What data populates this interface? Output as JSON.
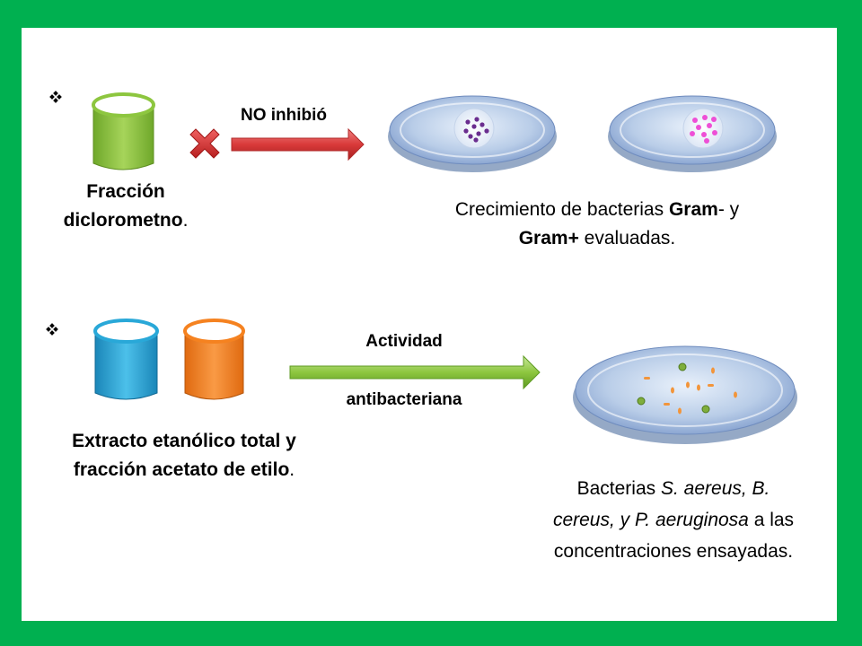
{
  "colors": {
    "frame": "#00b050",
    "green_beaker": "#8dc63f",
    "blue_beaker": "#29a8d8",
    "orange_beaker": "#f58220",
    "red_arrow": "#d93a3a",
    "green_arrow": "#8dc63f"
  },
  "row1": {
    "bullet_icon": "diamond-bullet",
    "arrow_label": "NO inhibió",
    "fraction_label_line1": "Fracción",
    "fraction_label_line2": "diclorometno",
    "fraction_label_end": ".",
    "growth_text_part1": "Crecimiento de bacterias ",
    "growth_text_bold1": "Gram",
    "growth_text_part2": "- y",
    "growth_text_bold2": "Gram+",
    "growth_text_part3": " evaluadas."
  },
  "row2": {
    "bullet_icon": "diamond-bullet",
    "arrow_label_line1": "Actividad",
    "arrow_label_line2": "antibacteriana",
    "extract_line1": "Extracto etanólico total y",
    "extract_line2": "fracción acetato de etilo",
    "extract_end": ".",
    "bacteria_prefix": "Bacterias ",
    "bacteria_italic1": "S. aereus, B.",
    "bacteria_italic2": "cereus, y P. aeruginosa",
    "bacteria_suffix": " a las",
    "bacteria_line3": "concentraciones ensayadas."
  }
}
